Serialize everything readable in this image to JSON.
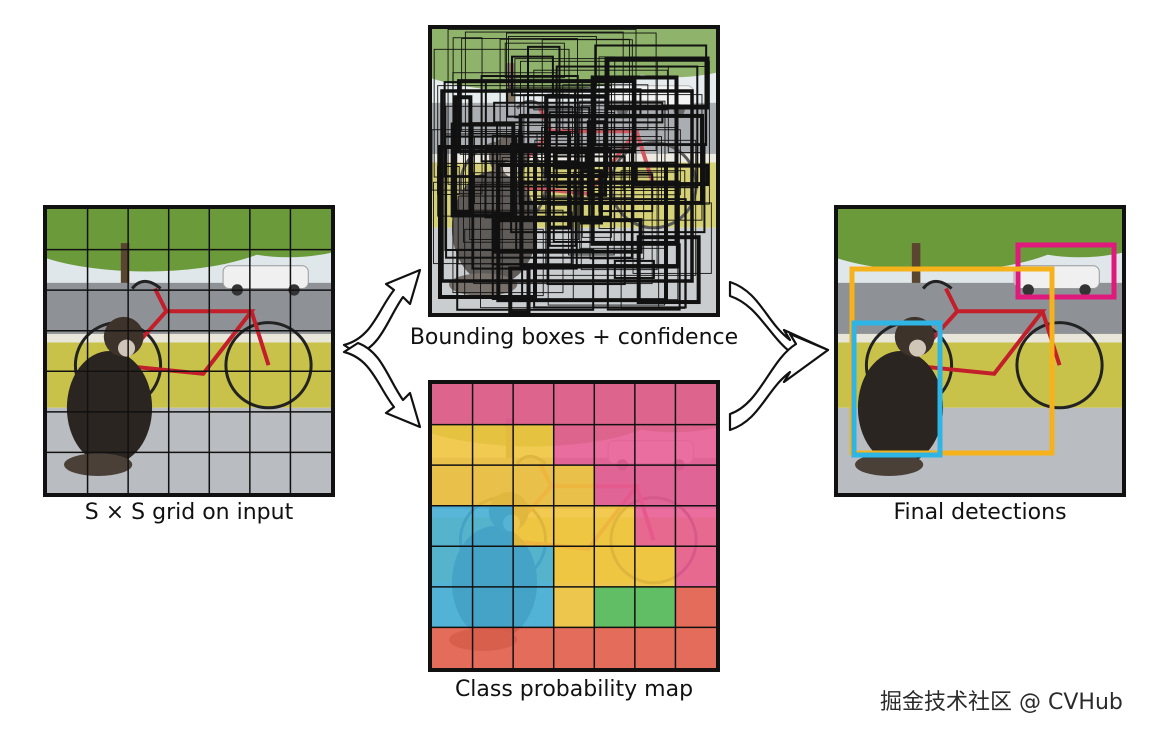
{
  "captions": {
    "input": "S × S grid on input",
    "boxes": "Bounding boxes + confidence",
    "classmap": "Class probability map",
    "final": "Final detections"
  },
  "watermark": "掘金技术社区 @ CVHub",
  "grid": {
    "rows": 7,
    "cols": 7
  },
  "colors": {
    "grid_line": "#111111",
    "sky": "#dfe7ea",
    "tree": "#6b9a3a",
    "road": "#8e9297",
    "wall": "#c9c24a",
    "floor": "#b9bcc0",
    "bike_frame": "#c21f2b",
    "dog": "#2a2520",
    "car": "#f0f0f0",
    "class_pink": "#e84f8c",
    "class_yellow": "#f2c12e",
    "class_blue": "#36a9d6",
    "class_green": "#48b74b",
    "class_red": "#e5533d",
    "det_car": "#e0197d",
    "det_bike": "#f6b21b",
    "det_dog": "#2fb4e6"
  },
  "class_map": [
    [
      "pink",
      "pink",
      "pink",
      "pink",
      "pink",
      "pink",
      "pink"
    ],
    [
      "yellow",
      "yellow",
      "yellow",
      "pink",
      "pink",
      "pink",
      "pink"
    ],
    [
      "yellow",
      "yellow",
      "yellow",
      "yellow",
      "pink",
      "pink",
      "pink"
    ],
    [
      "blue",
      "blue",
      "yellow",
      "yellow",
      "yellow",
      "pink",
      "pink"
    ],
    [
      "blue",
      "blue",
      "blue",
      "yellow",
      "yellow",
      "yellow",
      "pink"
    ],
    [
      "blue",
      "blue",
      "blue",
      "yellow",
      "green",
      "green",
      "red"
    ],
    [
      "red",
      "red",
      "red",
      "red",
      "red",
      "red",
      "red"
    ]
  ]
}
